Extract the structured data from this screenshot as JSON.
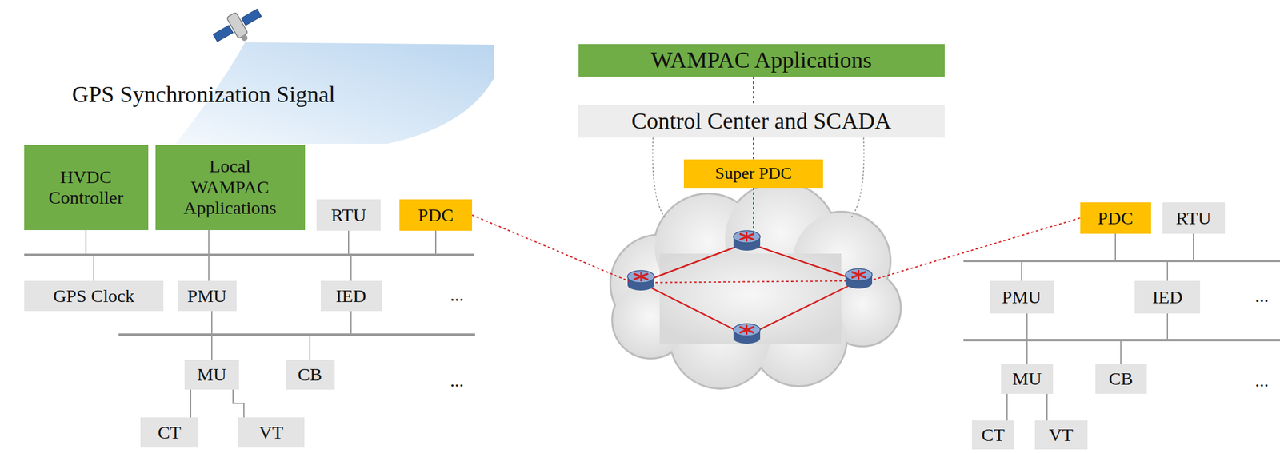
{
  "diagram": {
    "nodes": [
      {
        "text": [
          "HVDC Controller"
        ]
      },
      {
        "text": [
          "Local WAMPAC Applications"
        ]
      },
      {
        "text": [
          "RTU"
        ]
      },
      {
        "text": [
          "PDC"
        ]
      },
      {
        "text": [
          "GPS Clock"
        ]
      },
      {
        "text": [
          "PMU"
        ]
      },
      {
        "text": [
          "IED"
        ]
      },
      {
        "text": [
          "MU"
        ]
      },
      {
        "text": [
          "CB"
        ]
      },
      {
        "text": [
          "CT"
        ]
      },
      {
        "text": [
          "VT"
        ]
      },
      {
        "text": [
          "WAMPAC Applications"
        ]
      },
      {
        "text": [
          "Control Center and SCADA"
        ]
      },
      {
        "text": [
          "Super PDC"
        ]
      },
      {
        "text": [
          "PDC"
        ]
      },
      {
        "text": [
          "RTU"
        ]
      },
      {
        "text": [
          "PMU"
        ]
      },
      {
        "text": [
          "IED"
        ]
      },
      {
        "text": [
          "MU"
        ]
      },
      {
        "text": [
          "CB"
        ]
      },
      {
        "text": [
          "CT"
        ]
      },
      {
        "text": [
          "VT"
        ]
      }
    ],
    "edges": [
      {
        "from": 5,
        "to": 7,
        "arrow": "none"
      },
      {
        "from": 7,
        "to": 9,
        "arrow": "none"
      },
      {
        "from": 7,
        "to": 10,
        "arrow": "none"
      },
      {
        "from": 11,
        "to": 12,
        "arrow": "none"
      },
      {
        "from": 12,
        "to": 13,
        "arrow": "none"
      },
      {
        "from": 16,
        "to": 18,
        "arrow": "none"
      },
      {
        "from": 18,
        "to": 20,
        "arrow": "none"
      },
      {
        "from": 18,
        "to": 21,
        "arrow": "none"
      }
    ],
    "labels": [
      "GPS Synchronization Signal",
      "...",
      "...",
      "...",
      "..."
    ]
  }
}
